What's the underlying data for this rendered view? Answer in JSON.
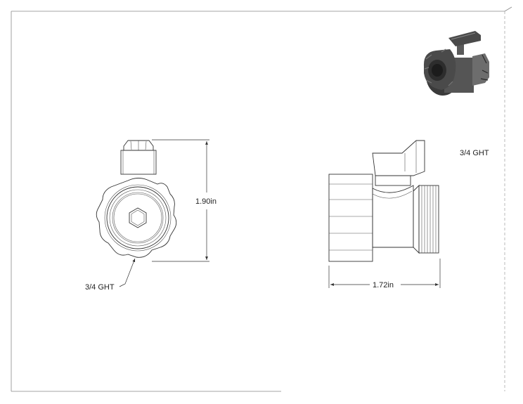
{
  "dimensions": {
    "height_label": "1.90in",
    "width_label": "1.72in"
  },
  "callouts": {
    "front_thread": "3/4 GHT",
    "side_thread": "3/4 GHT"
  }
}
